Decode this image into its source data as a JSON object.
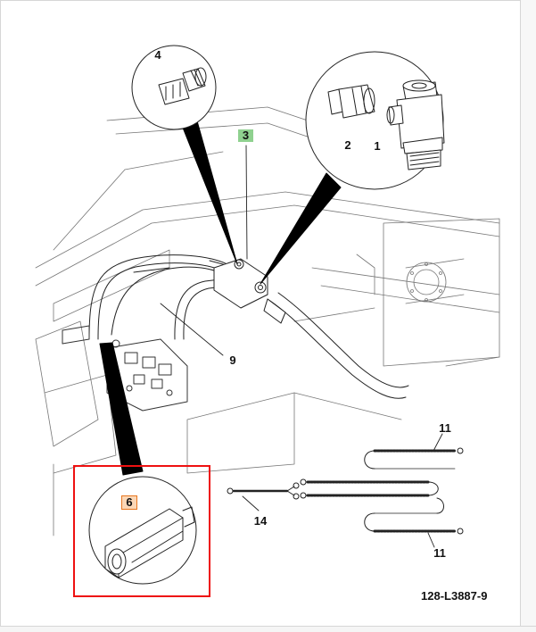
{
  "diagram": {
    "callouts": {
      "c1": "1",
      "c2": "2",
      "c3": "3",
      "c4": "4",
      "c6": "6",
      "c9": "9",
      "c11_top": "11",
      "c11_bottom": "11",
      "c14": "14"
    },
    "drawing_id": "128-L3887-9",
    "highlights": {
      "callout_3_color": "#8fd18f",
      "callout_6_color": "#fbd7b6",
      "callout_6_border": "#e8761e",
      "focus_box_color": "#e11111"
    }
  }
}
